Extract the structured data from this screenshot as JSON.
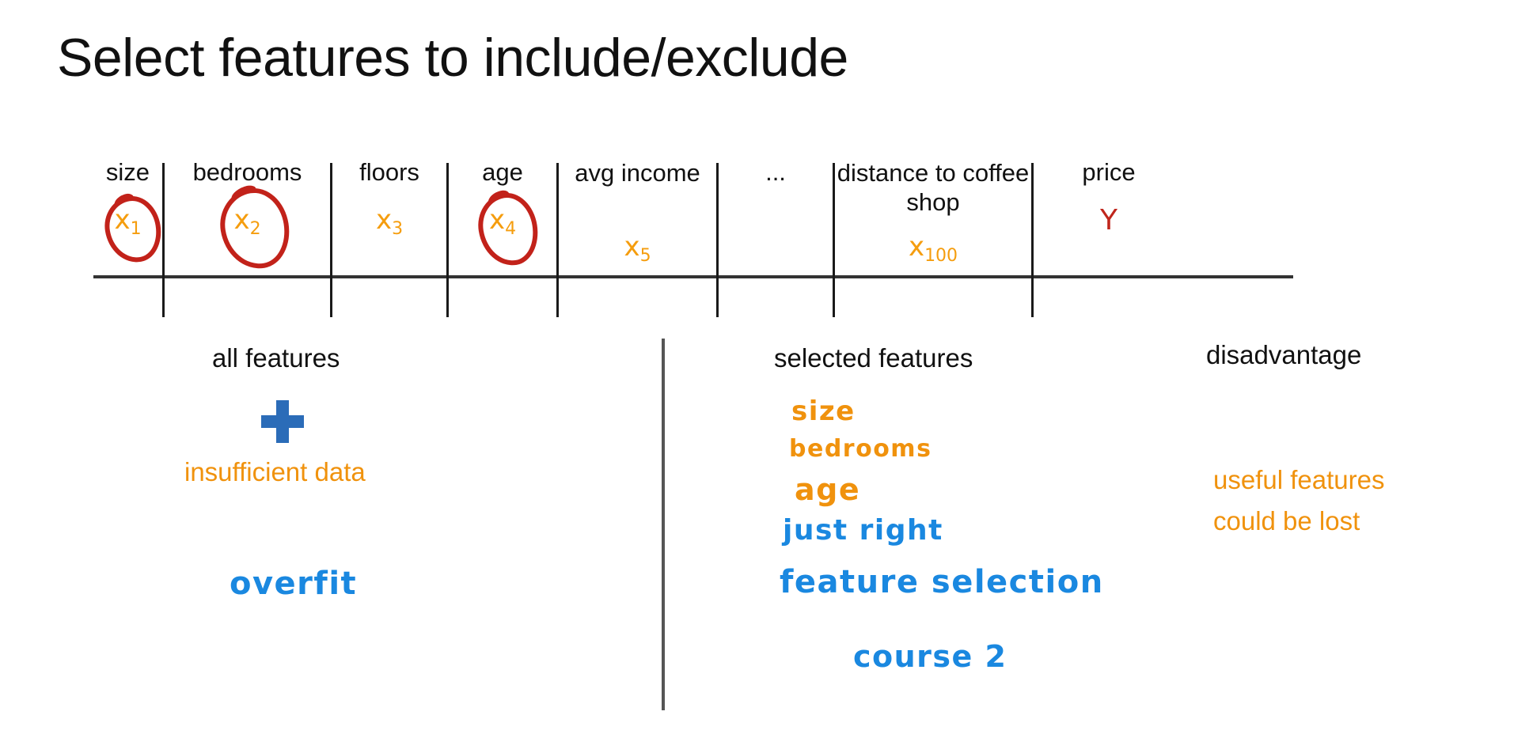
{
  "title": "Select features to include/exclude",
  "table": {
    "columns": [
      {
        "header": "size",
        "variable": "x",
        "subscript": "1",
        "circled": true,
        "var_color": "#f59d0e"
      },
      {
        "header": "bedrooms",
        "variable": "x",
        "subscript": "2",
        "circled": true,
        "var_color": "#f59d0e"
      },
      {
        "header": "floors",
        "variable": "x",
        "subscript": "3",
        "circled": false,
        "var_color": "#f59d0e"
      },
      {
        "header": "age",
        "variable": "x",
        "subscript": "4",
        "circled": true,
        "var_color": "#f59d0e"
      },
      {
        "header": "avg income",
        "variable": "x",
        "subscript": "5",
        "circled": false,
        "var_color": "#f59d0e"
      },
      {
        "header": "...",
        "variable": "",
        "subscript": "",
        "circled": false,
        "var_color": "#f59d0e"
      },
      {
        "header": "distance to coffee shop",
        "variable": "x",
        "subscript": "100",
        "circled": false,
        "var_color": "#f59d0e"
      },
      {
        "header": "price",
        "variable": "Y",
        "subscript": "",
        "circled": false,
        "var_color": "#c0261c"
      }
    ]
  },
  "sections": {
    "all_features": {
      "heading": "all features",
      "plus_icon": "plus-icon",
      "condition": "insufficient data",
      "arrow_icon": "down-arrow-icon",
      "result": "overfit"
    },
    "selected_features": {
      "heading": "selected features",
      "list": [
        "size",
        "bedrooms",
        "age"
      ],
      "verdict": "just right",
      "technique": "feature selection",
      "reference": "course 2"
    },
    "disadvantage": {
      "heading": "disadvantage",
      "arrow_icon": "down-arrow-icon",
      "consequence_line1": "useful features",
      "consequence_line2": "could be lost"
    }
  },
  "colors": {
    "orange": "#f0920d",
    "blue": "#1a88e0",
    "arrow_blue": "#2b6cb8",
    "red": "#c2221a",
    "black": "#111111"
  }
}
